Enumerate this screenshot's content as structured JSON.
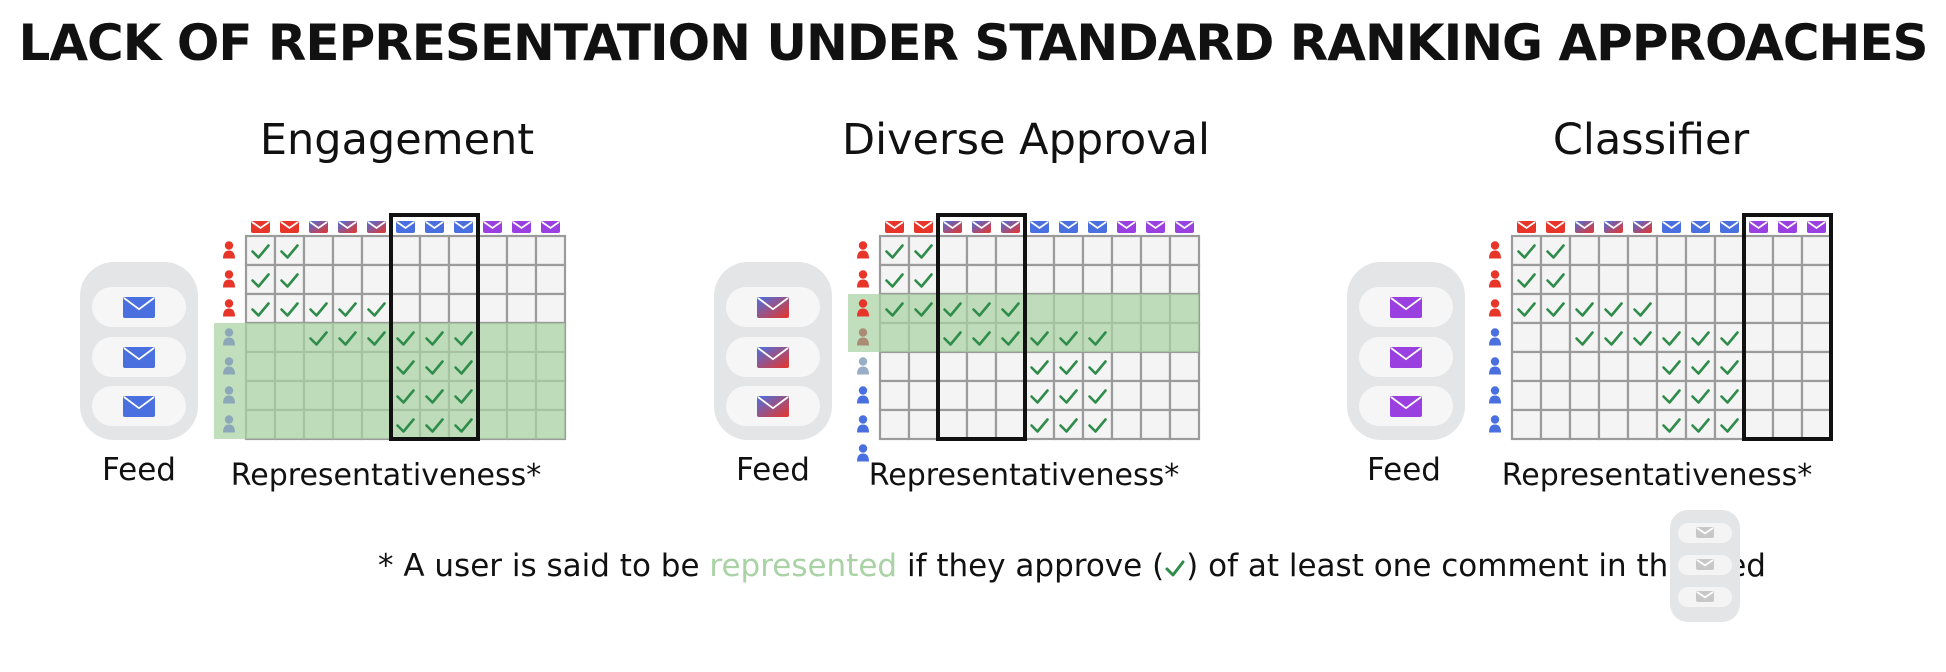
{
  "title": "LACK OF REPRESENTATION UNDER STANDARD RANKING APPROACHES",
  "colors": {
    "red": "#e8352a",
    "blue": "#4a70e0",
    "purple": "#9b40e0",
    "highlight": "#a9d3a4",
    "check": "#2f8c4a",
    "grid_line": "#9b9b9b",
    "cell": "#f4f4f4"
  },
  "panels": [
    {
      "title": "Engagement",
      "feed_label": "Feed",
      "rep_label": "Representativeness*",
      "feed_icons": [
        "blue-envelope-icon",
        "blue-envelope-icon",
        "blue-envelope-icon"
      ],
      "column_icons": [
        "red",
        "red",
        "mixed",
        "mixed",
        "mixed",
        "blue",
        "blue",
        "blue",
        "purple",
        "purple",
        "purple"
      ],
      "user_icons": [
        "red",
        "red",
        "red",
        "faded-blue",
        "faded-blue",
        "faded-blue",
        "faded-blue"
      ],
      "selected_columns": [
        5,
        7
      ],
      "highlight_rows": [
        3,
        6
      ],
      "highlight_cols": [
        0,
        10
      ],
      "checks": [
        [
          0,
          0
        ],
        [
          0,
          1
        ],
        [
          1,
          0
        ],
        [
          1,
          1
        ],
        [
          2,
          0
        ],
        [
          2,
          1
        ],
        [
          2,
          2
        ],
        [
          2,
          3
        ],
        [
          2,
          4
        ],
        [
          3,
          2
        ],
        [
          3,
          3
        ],
        [
          3,
          4
        ],
        [
          3,
          5
        ],
        [
          3,
          6
        ],
        [
          3,
          7
        ],
        [
          4,
          5
        ],
        [
          4,
          6
        ],
        [
          4,
          7
        ],
        [
          5,
          5
        ],
        [
          5,
          6
        ],
        [
          5,
          7
        ],
        [
          6,
          5
        ],
        [
          6,
          6
        ],
        [
          6,
          7
        ]
      ]
    },
    {
      "title": "Diverse Approval",
      "feed_label": "Feed",
      "rep_label": "Representativeness*",
      "feed_icons": [
        "mixed-envelope-icon",
        "mixed-envelope-icon",
        "mixed-envelope-icon"
      ],
      "column_icons": [
        "red",
        "red",
        "mixed",
        "mixed",
        "mixed",
        "blue",
        "blue",
        "blue",
        "purple",
        "purple",
        "purple"
      ],
      "user_icons": [
        "red",
        "red",
        "red",
        "faded-mixed",
        "faded-blue",
        "blue",
        "blue",
        "blue"
      ],
      "selected_columns": [
        2,
        4
      ],
      "highlight_rows": [
        2,
        3
      ],
      "highlight_cols": [
        0,
        10
      ],
      "checks": [
        [
          0,
          0
        ],
        [
          0,
          1
        ],
        [
          1,
          0
        ],
        [
          1,
          1
        ],
        [
          2,
          0
        ],
        [
          2,
          1
        ],
        [
          2,
          2
        ],
        [
          2,
          3
        ],
        [
          2,
          4
        ],
        [
          3,
          2
        ],
        [
          3,
          3
        ],
        [
          3,
          4
        ],
        [
          3,
          5
        ],
        [
          3,
          6
        ],
        [
          3,
          7
        ],
        [
          4,
          5
        ],
        [
          4,
          6
        ],
        [
          4,
          7
        ],
        [
          5,
          5
        ],
        [
          5,
          6
        ],
        [
          5,
          7
        ],
        [
          6,
          5
        ],
        [
          6,
          6
        ],
        [
          6,
          7
        ]
      ]
    },
    {
      "title": "Classifier",
      "feed_label": "Feed",
      "rep_label": "Representativeness*",
      "feed_icons": [
        "purple-envelope-icon",
        "purple-envelope-icon",
        "purple-envelope-icon"
      ],
      "column_icons": [
        "red",
        "red",
        "mixed",
        "mixed",
        "mixed",
        "blue",
        "blue",
        "blue",
        "purple",
        "purple",
        "purple"
      ],
      "user_icons": [
        "red",
        "red",
        "red",
        "blue",
        "blue",
        "blue",
        "blue"
      ],
      "selected_columns": [
        8,
        10
      ],
      "highlight_rows": null,
      "highlight_cols": null,
      "checks": [
        [
          0,
          0
        ],
        [
          0,
          1
        ],
        [
          1,
          0
        ],
        [
          1,
          1
        ],
        [
          2,
          0
        ],
        [
          2,
          1
        ],
        [
          2,
          2
        ],
        [
          2,
          3
        ],
        [
          2,
          4
        ],
        [
          3,
          2
        ],
        [
          3,
          3
        ],
        [
          3,
          4
        ],
        [
          3,
          5
        ],
        [
          3,
          6
        ],
        [
          3,
          7
        ],
        [
          4,
          5
        ],
        [
          4,
          6
        ],
        [
          4,
          7
        ],
        [
          5,
          5
        ],
        [
          5,
          6
        ],
        [
          5,
          7
        ],
        [
          6,
          5
        ],
        [
          6,
          6
        ],
        [
          6,
          7
        ]
      ]
    }
  ],
  "footnote": {
    "prefix": "* A user is said to be ",
    "highlight": "represented",
    "middle": " if they approve (",
    "suffix": ") of at least one comment in the feed"
  }
}
